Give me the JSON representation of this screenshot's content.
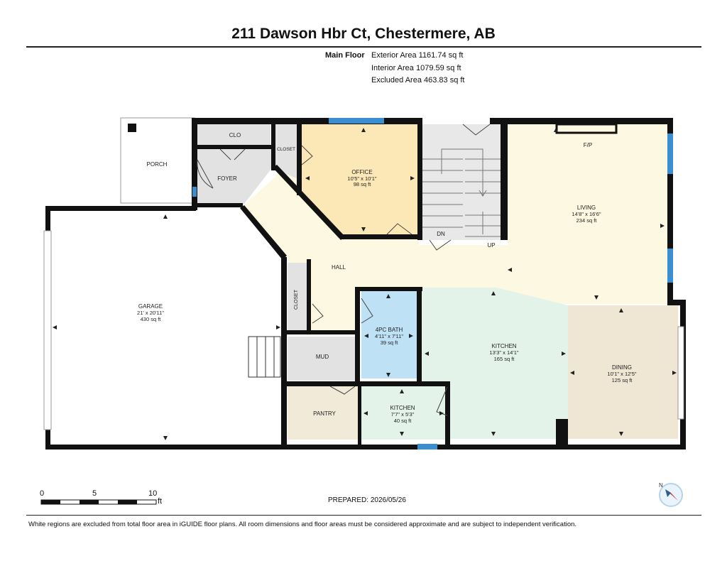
{
  "header": {
    "title": "211 Dawson Hbr Ct, Chestermere, AB"
  },
  "areas": {
    "floor_label": "Main Floor",
    "exterior": "Exterior Area 1161.74 sq ft",
    "interior": "Interior Area 1079.59 sq ft",
    "excluded": "Excluded Area 463.83 sq ft"
  },
  "rooms": {
    "porch": {
      "name": "PORCH"
    },
    "clo": {
      "name": "CLO"
    },
    "closet_top": {
      "name": "CLOSET"
    },
    "foyer": {
      "name": "FOYER"
    },
    "office": {
      "name": "OFFICE",
      "dims": "10'5\" x 10'1\"",
      "area": "98 sq ft"
    },
    "living": {
      "name": "LIVING",
      "dims": "14'8\" x 16'6\"",
      "area": "234 sq ft"
    },
    "fp": {
      "name": "F/P"
    },
    "dn": {
      "name": "DN"
    },
    "up": {
      "name": "UP"
    },
    "hall": {
      "name": "HALL"
    },
    "garage": {
      "name": "GARAGE",
      "dims": "21' x 20'11\"",
      "area": "430 sq ft"
    },
    "closet_mid": {
      "name": "CLOSET"
    },
    "bath": {
      "name": "4PC BATH",
      "dims": "4'11\" x 7'11\"",
      "area": "39 sq ft"
    },
    "kitchen": {
      "name": "KITCHEN",
      "dims": "13'3\" x 14'1\"",
      "area": "165 sq ft"
    },
    "dining": {
      "name": "DINING",
      "dims": "10'1\" x 12'5\"",
      "area": "125 sq ft"
    },
    "mud": {
      "name": "MUD"
    },
    "pantry": {
      "name": "PANTRY"
    },
    "kitchen2": {
      "name": "KITCHEN",
      "dims": "7'7\" x 5'3\"",
      "area": "40 sq ft"
    }
  },
  "scale": {
    "t0": "0",
    "t5": "5",
    "t10": "10",
    "unit": "ft"
  },
  "footer": {
    "prepared": "PREPARED: 2026/05/26",
    "disclaimer": "White regions are excluded from total floor area in iGUIDE floor plans. All room dimensions and floor areas must be considered approximate and are subject to independent verification."
  },
  "compass": {
    "label": "N"
  },
  "colors": {
    "wall": "#111111",
    "hall": "#fdf8e1",
    "office": "#fbe8b6",
    "kitchen": "#e4f3ea",
    "bath": "#bfe1f6",
    "dining": "#efe6d4",
    "pantry": "#f1ead9",
    "grey": "#e2e2e2",
    "window": "#3b8fd0"
  }
}
